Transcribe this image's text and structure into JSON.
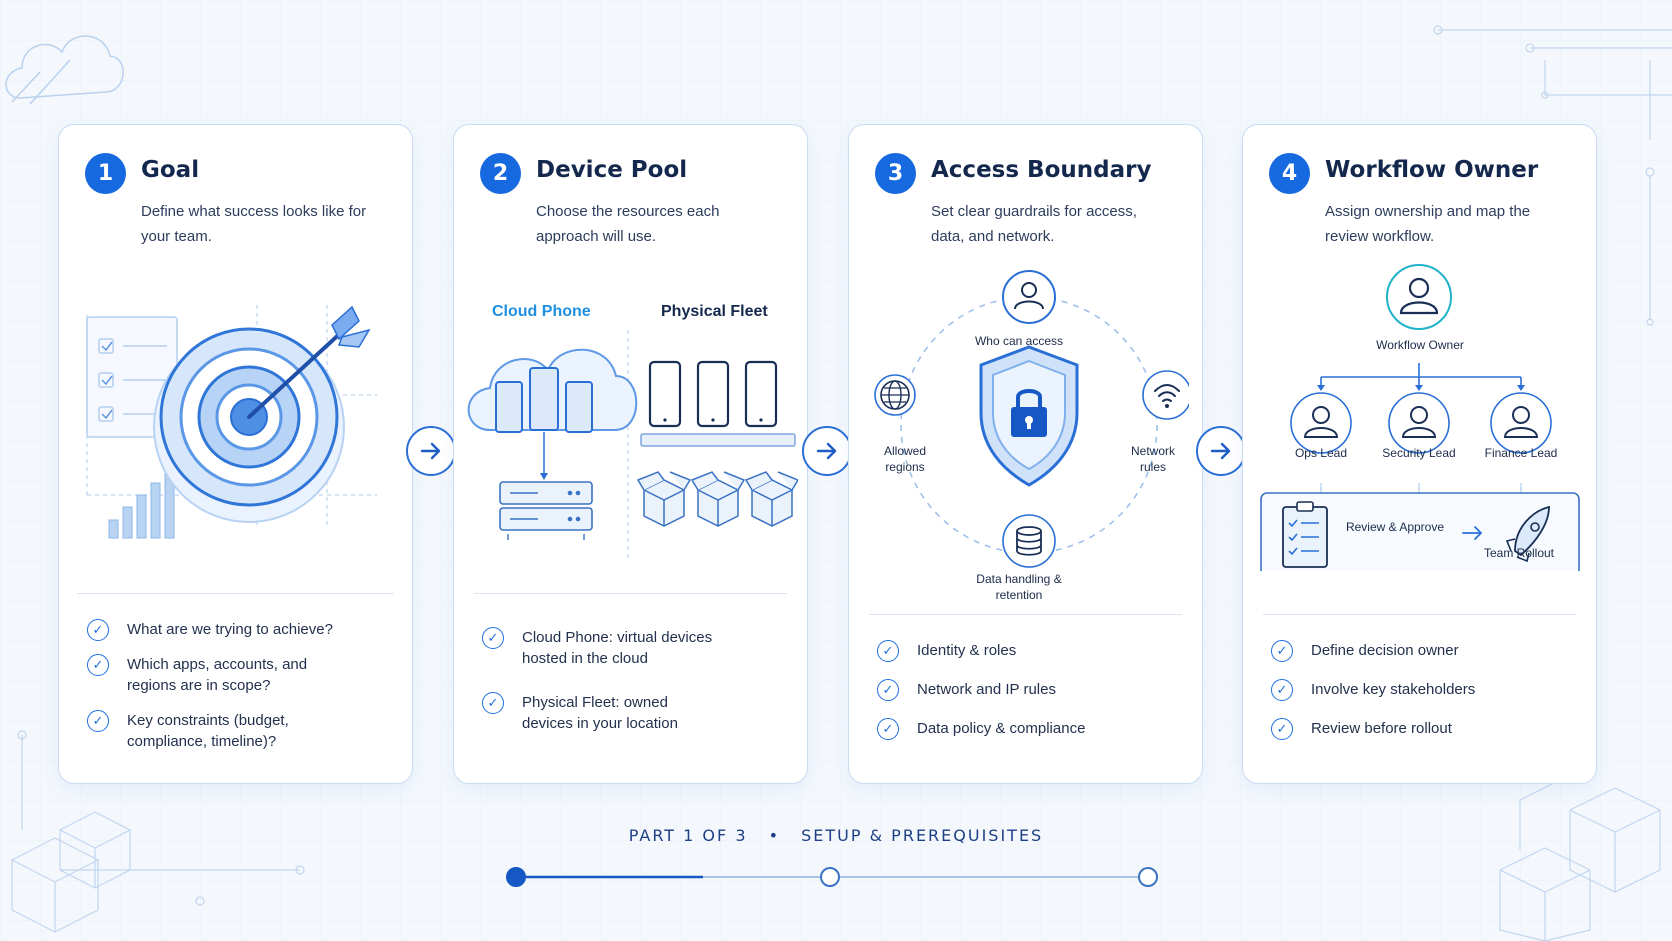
{
  "cards": [
    {
      "number": "1",
      "title": "Goal",
      "subtitle": "Define what success looks like for your team.",
      "checks": [
        "What are we trying to achieve?",
        "Which apps, accounts, and regions are in scope?",
        "Key constraints (budget, compliance, timeline)?"
      ]
    },
    {
      "number": "2",
      "title": "Device Pool",
      "subtitle": "Choose the resources each approach will use.",
      "col_left": "Cloud Phone",
      "col_right": "Physical Fleet",
      "checks": [
        "Cloud Phone: virtual devices hosted in the cloud",
        "Physical Fleet: owned devices in your location"
      ]
    },
    {
      "number": "3",
      "title": "Access Boundary",
      "subtitle": "Set clear guardrails for access, data, and network.",
      "nodes": {
        "who": "Who can access",
        "regions": "Allowed regions",
        "network": "Network rules",
        "data": "Data handling & retention"
      },
      "checks": [
        "Identity & roles",
        "Network and IP rules",
        "Data policy & compliance"
      ]
    },
    {
      "number": "4",
      "title": "Workflow Owner",
      "subtitle": "Assign ownership and map the review workflow.",
      "owner": "Workflow Owner",
      "leads": [
        "Ops Lead",
        "Security Lead",
        "Finance Lead"
      ],
      "review": "Review & Approve",
      "rollout": "Team Rollout",
      "checks": [
        "Define decision owner",
        "Involve key stakeholders",
        "Review before rollout"
      ]
    }
  ],
  "footer": {
    "part": "PART 1 OF 3",
    "separator": "•",
    "section": "SETUP & PREREQUISITES",
    "progress_current": 1,
    "progress_total": 3
  },
  "icons": {
    "card1": "target-arrow-icon",
    "card2": "cloud-devices-icon",
    "card3": "shield-lock-icon",
    "card4": "org-chart-icon",
    "connector": "arrow-right-icon",
    "check": "check-circle-icon"
  },
  "colors": {
    "accent": "#1769e0",
    "background": "#f4f8fd",
    "card_border": "#c9dbf3",
    "cloud_phone_label": "#1f8fe0",
    "heading": "#14284d"
  }
}
